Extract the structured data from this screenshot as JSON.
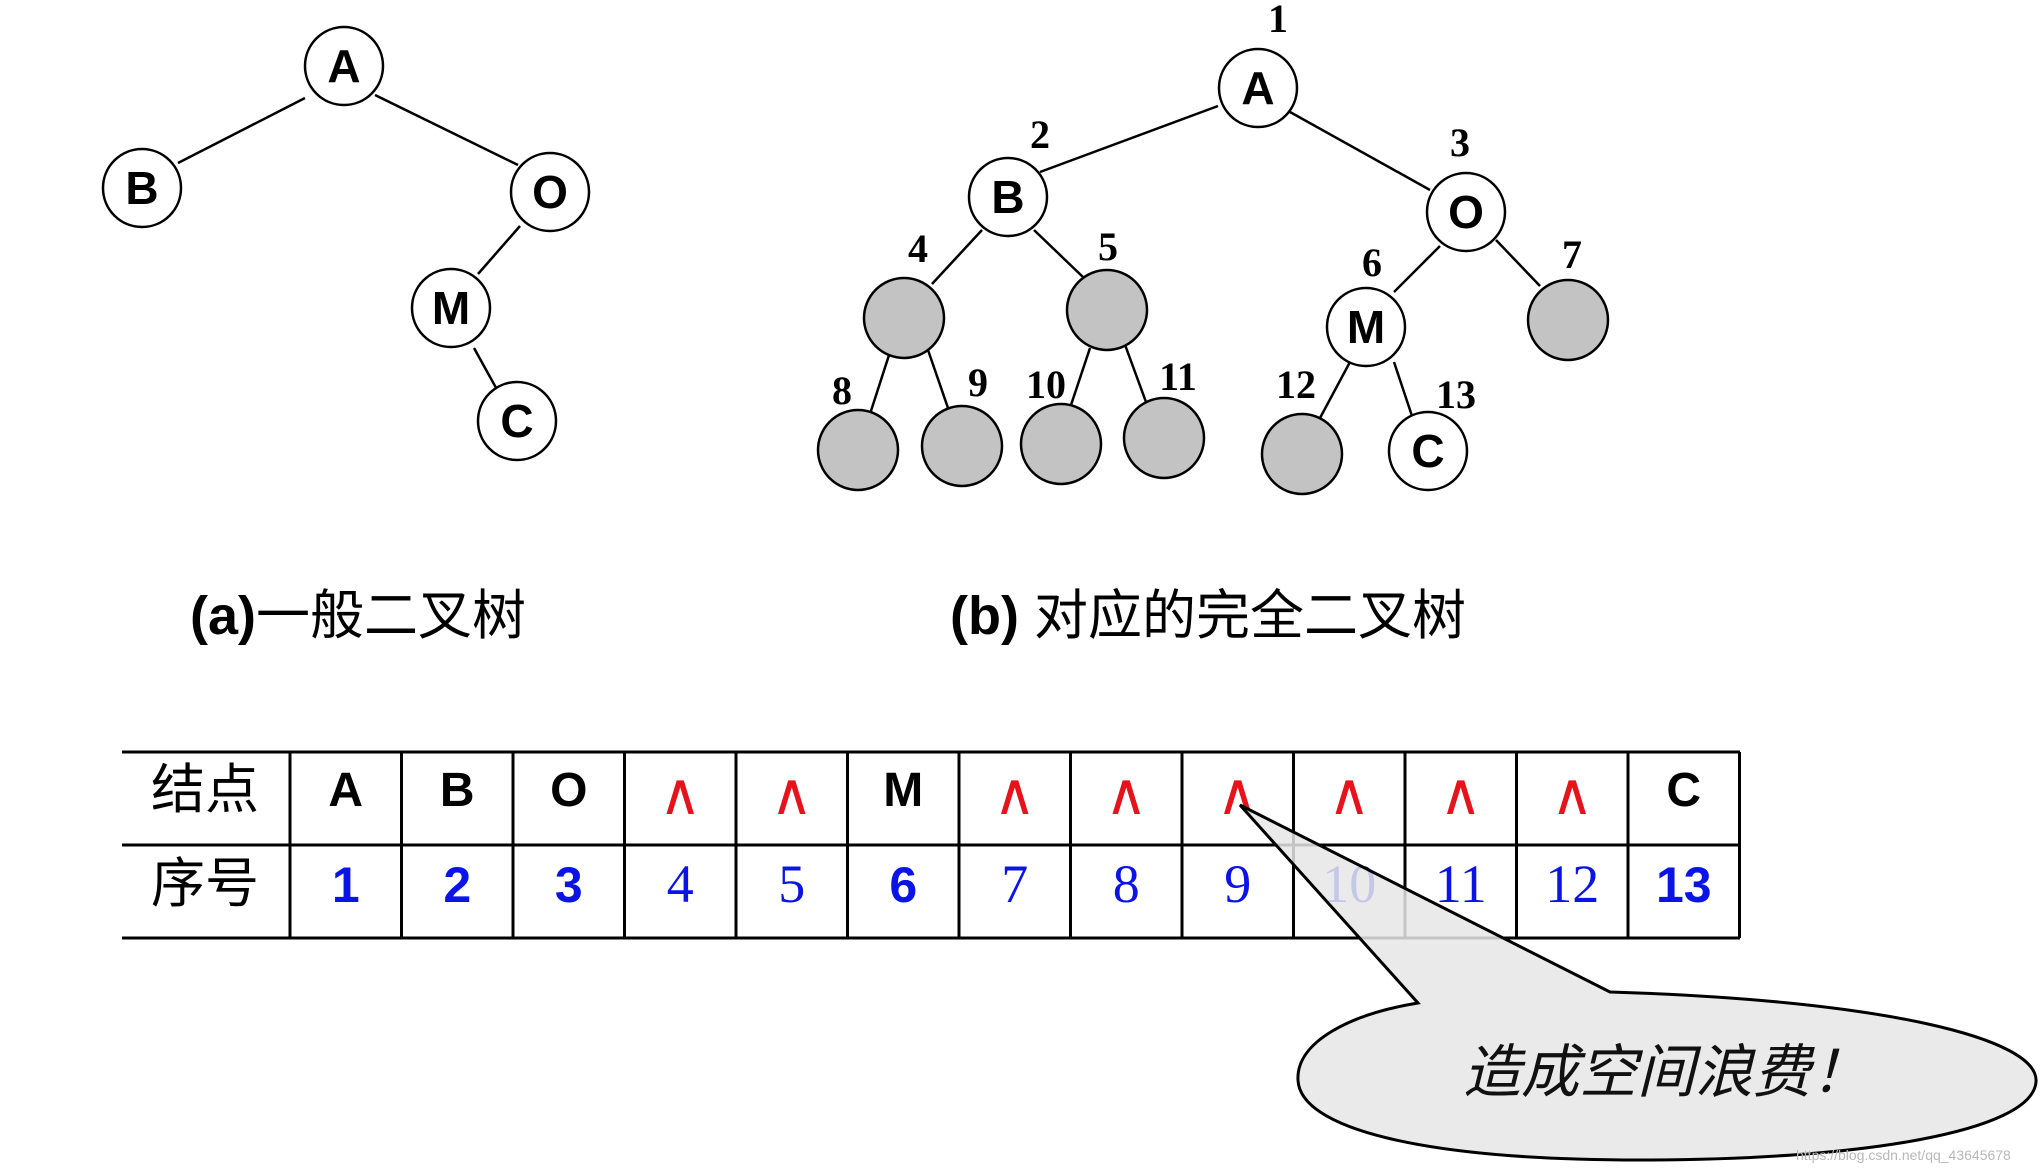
{
  "tree_a": {
    "caption_prefix": "(a)",
    "caption_text": "一般二叉树",
    "nodes": [
      "A",
      "B",
      "O",
      "M",
      "C"
    ]
  },
  "tree_b": {
    "caption_prefix": "(b)",
    "caption_text": " 对应的完全二叉树",
    "nodes": [
      {
        "index": "1",
        "label": "A"
      },
      {
        "index": "2",
        "label": "B"
      },
      {
        "index": "3",
        "label": "O"
      },
      {
        "index": "4",
        "label": ""
      },
      {
        "index": "5",
        "label": ""
      },
      {
        "index": "6",
        "label": "M"
      },
      {
        "index": "7",
        "label": ""
      },
      {
        "index": "8",
        "label": ""
      },
      {
        "index": "9",
        "label": ""
      },
      {
        "index": "10",
        "label": ""
      },
      {
        "index": "11",
        "label": ""
      },
      {
        "index": "12",
        "label": ""
      },
      {
        "index": "13",
        "label": "C"
      }
    ]
  },
  "table": {
    "row1_header": "结点",
    "row2_header": "序号",
    "null_symbol": "∧",
    "cells": [
      {
        "node": "A",
        "index": "1",
        "is_null": false
      },
      {
        "node": "B",
        "index": "2",
        "is_null": false
      },
      {
        "node": "O",
        "index": "3",
        "is_null": false
      },
      {
        "node": "∧",
        "index": "4",
        "is_null": true
      },
      {
        "node": "∧",
        "index": "5",
        "is_null": true
      },
      {
        "node": "M",
        "index": "6",
        "is_null": false
      },
      {
        "node": "∧",
        "index": "7",
        "is_null": true
      },
      {
        "node": "∧",
        "index": "8",
        "is_null": true
      },
      {
        "node": "∧",
        "index": "9",
        "is_null": true
      },
      {
        "node": "∧",
        "index": "10",
        "is_null": true
      },
      {
        "node": "∧",
        "index": "11",
        "is_null": true
      },
      {
        "node": "∧",
        "index": "12",
        "is_null": true
      },
      {
        "node": "C",
        "index": "13",
        "is_null": false
      }
    ]
  },
  "callout": {
    "text": "造成空间浪费！"
  },
  "watermark": {
    "text": "https://blog.csdn.net/qq_43645678"
  },
  "colors": {
    "null_marker": "#e8121b",
    "index_text": "#0b14e8",
    "virtual_node_fill": "#c3c3c3",
    "callout_fill": "#e6e6e6"
  }
}
